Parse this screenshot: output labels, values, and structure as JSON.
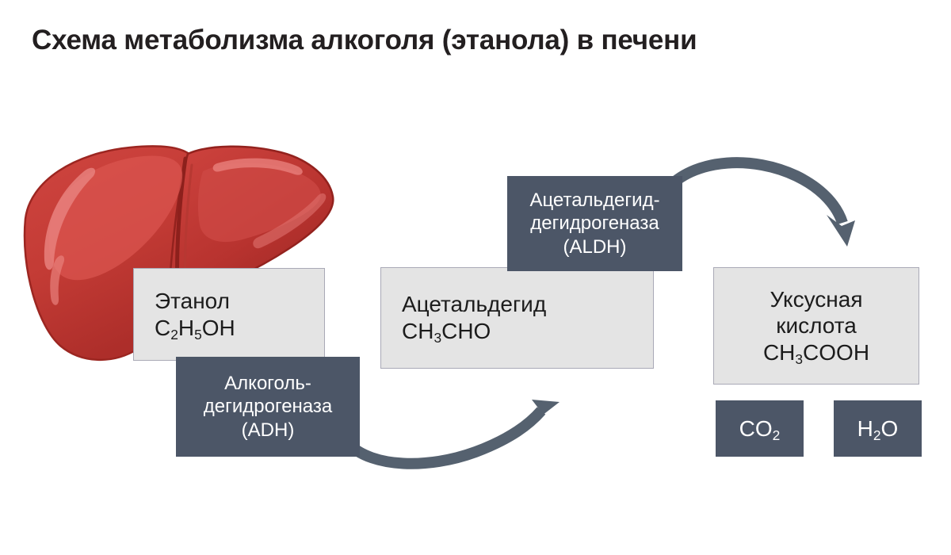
{
  "page": {
    "title": "Схема метаболизма алкоголя (этанола) в печени",
    "background_color": "#ffffff"
  },
  "colors": {
    "title_text": "#231f20",
    "substrate_box_fill": "#e4e4e4",
    "substrate_box_border": "#a9a9b6",
    "enzyme_box_fill": "#4c5667",
    "enzyme_box_text": "#ffffff",
    "arrow": "#55616f",
    "liver_base": "#c0392f",
    "liver_light": "#d6504c",
    "liver_highlight": "#e0726e",
    "liver_shadow": "#9e2b25"
  },
  "illustration": {
    "name": "liver-illustration",
    "label": "liver"
  },
  "substrates": [
    {
      "id": "ethanol",
      "name": "Этанол",
      "formula_prefix": "C",
      "formula": "C2H5OH",
      "formula_parts": [
        {
          "text": "C"
        },
        {
          "text": "2",
          "sub": true
        },
        {
          "text": "H"
        },
        {
          "text": "5",
          "sub": true
        },
        {
          "text": "OH"
        }
      ]
    },
    {
      "id": "acetaldehyde",
      "name": "Ацетальдегид",
      "formula": "CH3CHO",
      "formula_parts": [
        {
          "text": "CH"
        },
        {
          "text": "3",
          "sub": true
        },
        {
          "text": "CHO"
        }
      ]
    },
    {
      "id": "acetic-acid",
      "name_line1": "Уксусная",
      "name_line2": "кислота",
      "formula": "CH3COOH",
      "formula_parts": [
        {
          "text": "CH"
        },
        {
          "text": "3",
          "sub": true
        },
        {
          "text": "COOH"
        }
      ]
    }
  ],
  "enzymes": [
    {
      "id": "adh",
      "line1": "Алкоголь-",
      "line2": "дегидрогеназа",
      "line3": "(ADH)"
    },
    {
      "id": "aldh",
      "line1": "Ацетальдегид-",
      "line2": "дегидрогеназа",
      "line3": "(ALDH)"
    }
  ],
  "products": [
    {
      "id": "co2",
      "formula": "CO2",
      "base": "CO",
      "sub": "2"
    },
    {
      "id": "h2o",
      "formula": "H2O",
      "base_pre": "H",
      "sub": "2",
      "base_post": "O"
    }
  ],
  "arrows": [
    {
      "id": "ethanol-to-acetaldehyde",
      "direction": "right-up"
    },
    {
      "id": "acetaldehyde-to-acetic-acid",
      "direction": "right-down"
    }
  ]
}
